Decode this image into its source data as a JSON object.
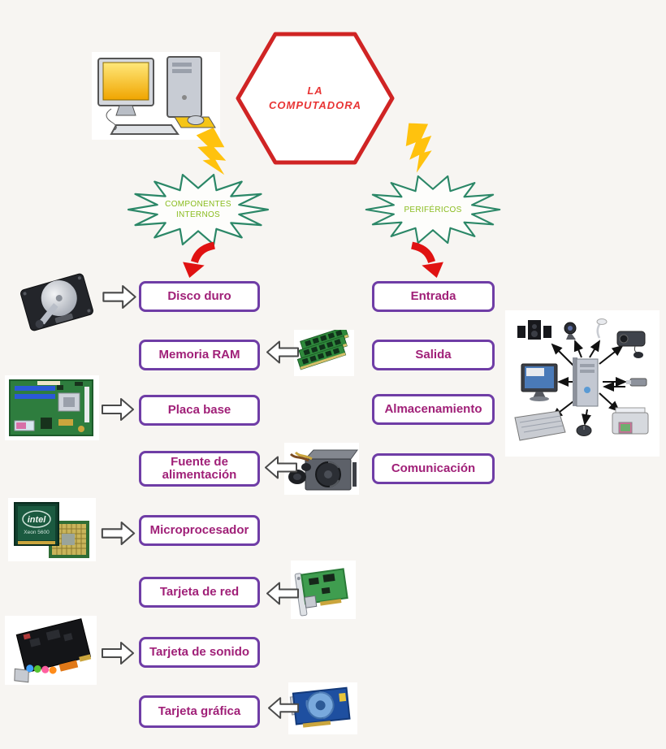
{
  "page": {
    "background": "#f7f5f2"
  },
  "title": {
    "line1": "LA",
    "line2": "COMPUTADORA"
  },
  "branches": {
    "internal_line1": "COMPONENTES",
    "internal_line2": "INTERNOS",
    "peripherals": "PERIFÉRICOS"
  },
  "internal_components": [
    "Disco duro",
    "Memoria RAM",
    "Placa base",
    "Fuente de alimentación",
    "Microprocesador",
    "Tarjeta de red",
    "Tarjeta de sonido",
    "Tarjeta gráfica"
  ],
  "peripheral_categories": [
    "Entrada",
    "Salida",
    "Almacenamiento",
    "Comunicación"
  ],
  "cpu_image_text": {
    "brand": "intel",
    "model": "Xeon  5600"
  },
  "images": {
    "computer": "desktop-computer",
    "hard_disk": "hard-disk-drive",
    "ram": "ram-modules",
    "motherboard": "motherboard",
    "psu": "power-supply-unit",
    "cpu": "cpu-chip",
    "network_card": "network-card",
    "sound_card": "sound-card",
    "graphics_card": "graphics-card",
    "peripherals": "peripherals-collage"
  },
  "colors": {
    "hexagon_border": "#d02424",
    "title_text": "#e83434",
    "star_outline": "#2b8767",
    "star_text": "#8abc1f",
    "box_border": "#6f3da6",
    "box_text": "#a02078",
    "lightning": "#ffc20e",
    "red_arrow": "#e01212"
  }
}
